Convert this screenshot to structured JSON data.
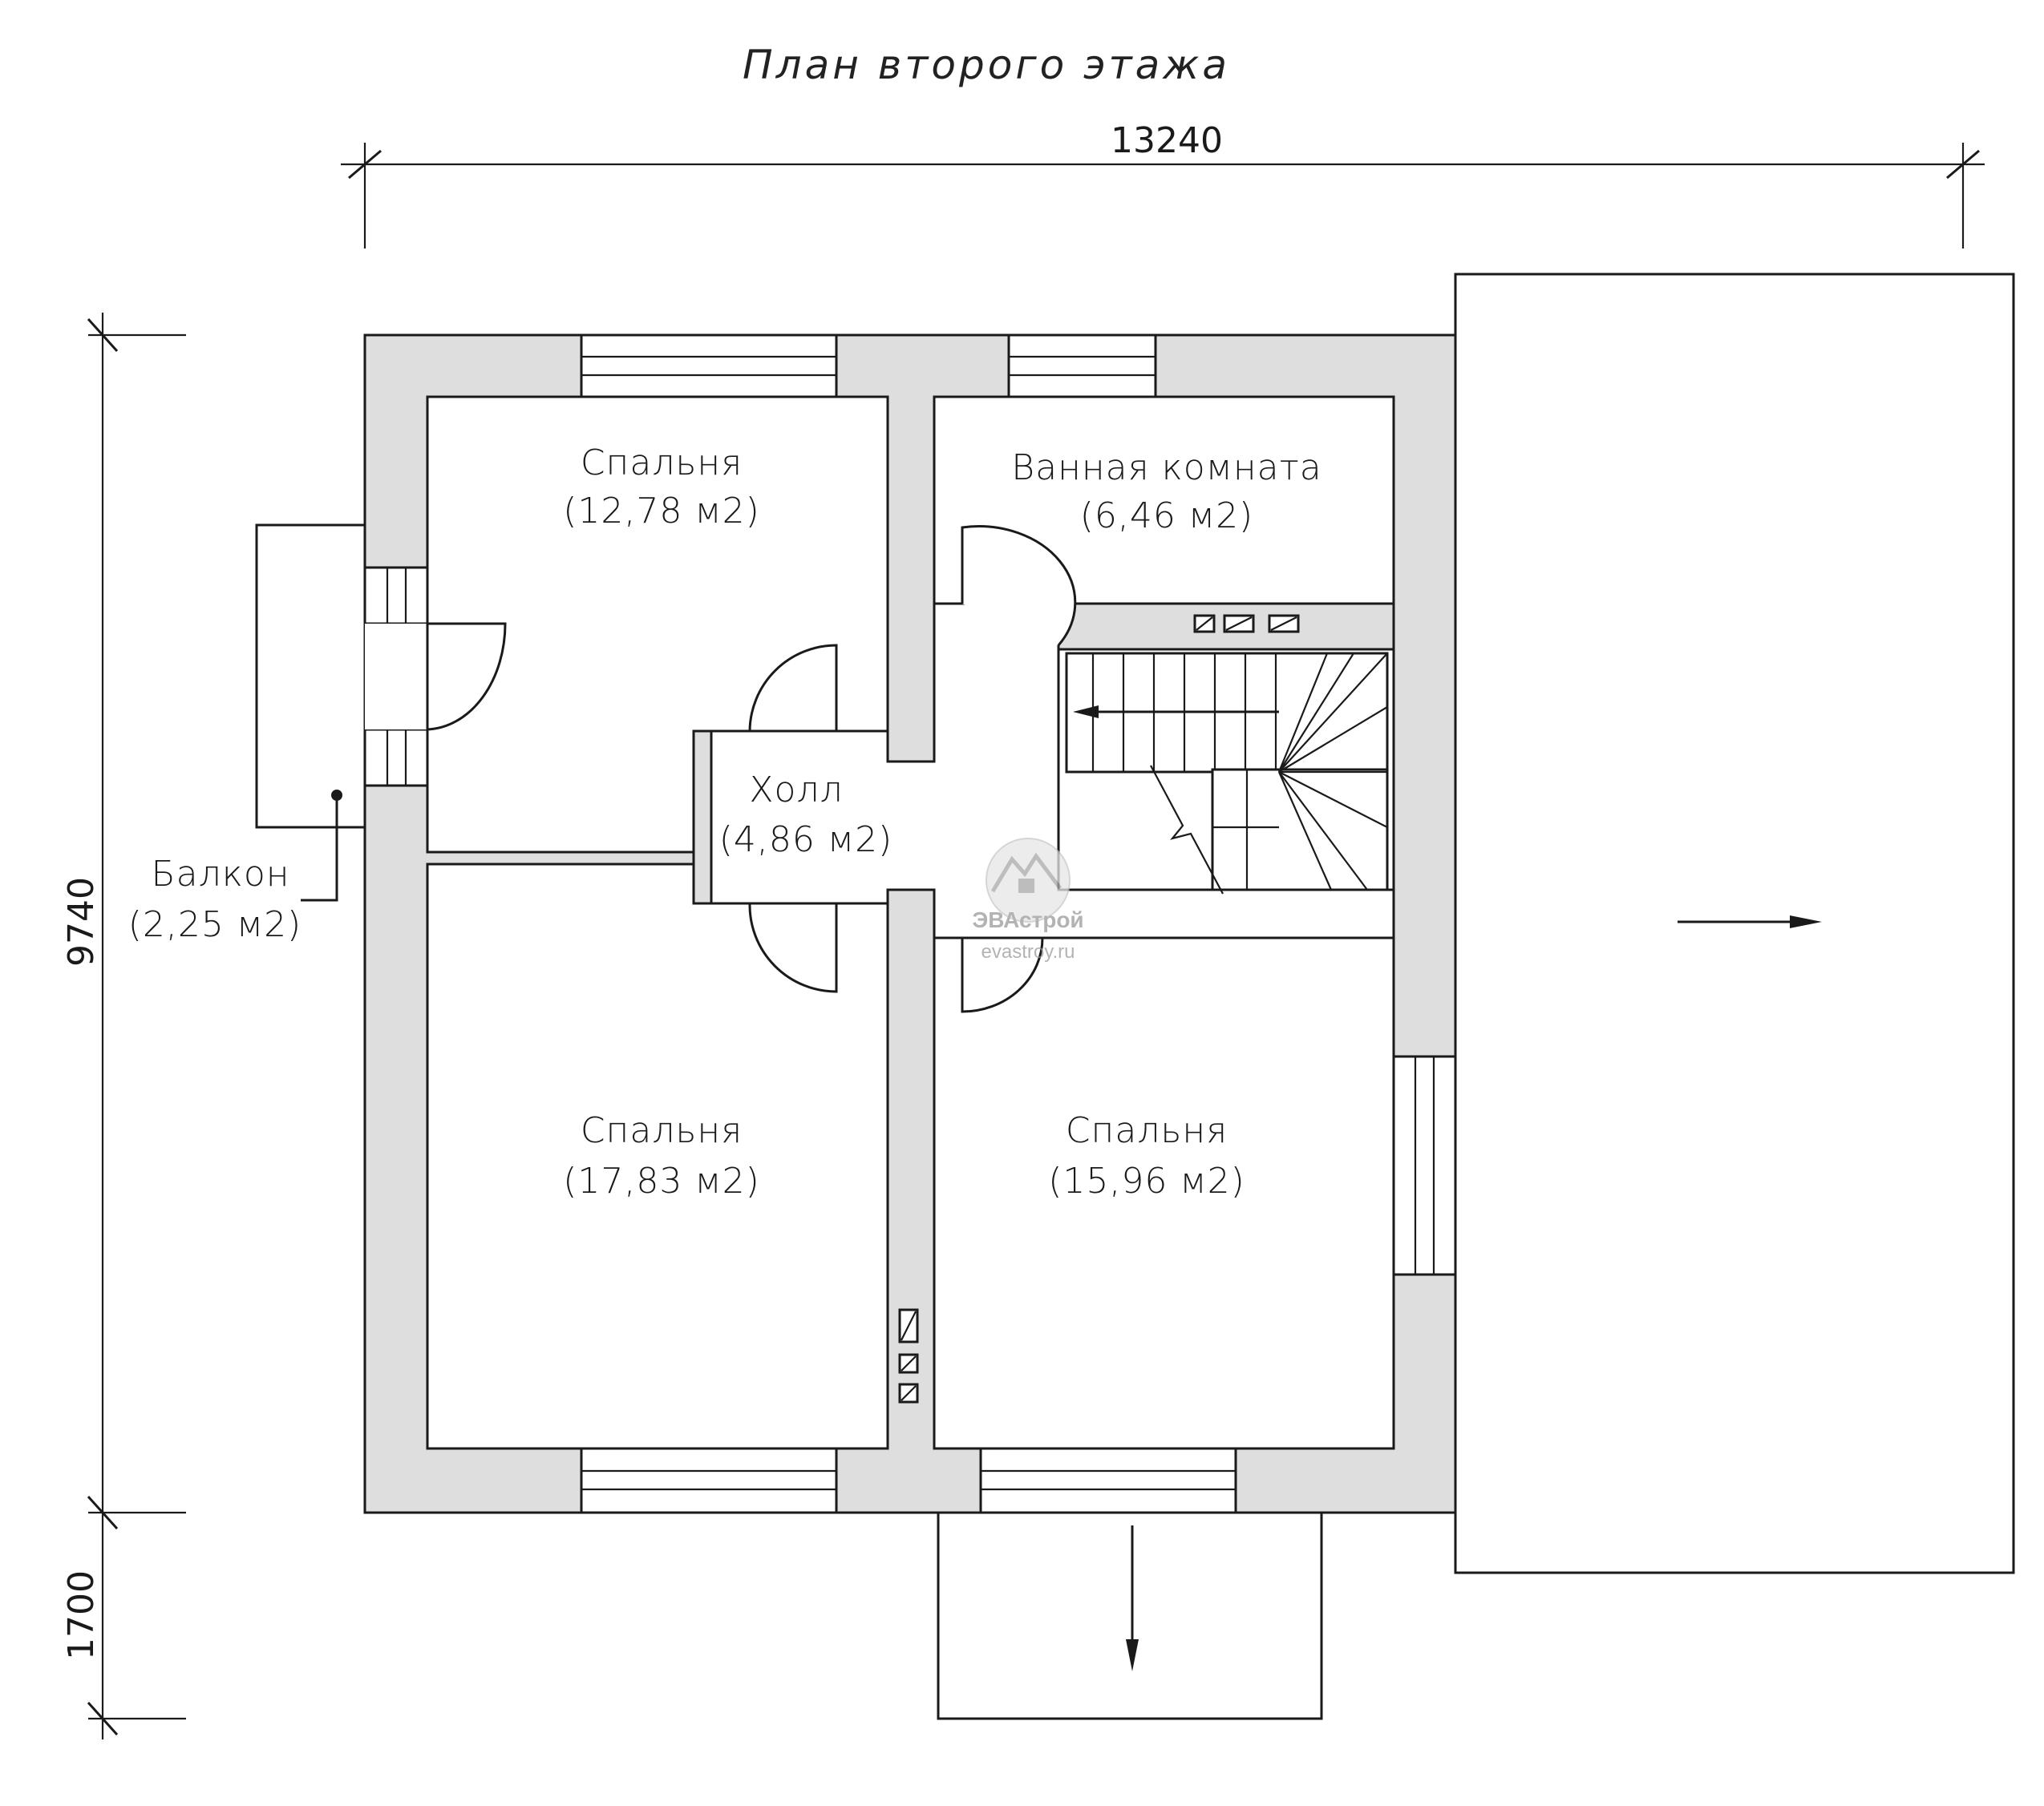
{
  "title": "План второго этажа",
  "dimensions": {
    "total_width": "13240",
    "total_depth": "9740",
    "terrace_depth": "1700"
  },
  "rooms": [
    {
      "name": "Спальня",
      "area": "(12,78 м2)"
    },
    {
      "name": "Ванная комната",
      "area": "(6,46 м2)"
    },
    {
      "name": "Холл",
      "area": "(4,86 м2)"
    },
    {
      "name": "Спальня",
      "area": "(17,83 м2)"
    },
    {
      "name": "Спальня",
      "area": "(15,96 м2)"
    }
  ],
  "balcony": {
    "name": "Балкон",
    "area": "(2,25 м2)"
  },
  "watermark": {
    "brand": "ЭВАстрой",
    "site": "evastroy.ru"
  },
  "colors": {
    "wall_fill": "#dedede",
    "line": "#1a1a1a"
  }
}
